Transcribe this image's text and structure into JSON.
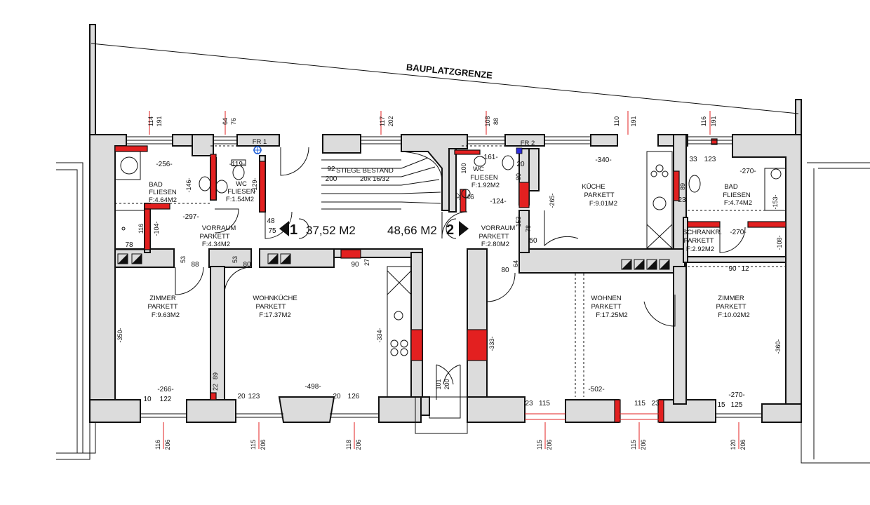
{
  "boundary_label": "BAUPLATZGRENZE",
  "stairs": {
    "label": "STIEGE BESTAND",
    "spec": "20x 16/32",
    "dim_a": "92",
    "dim_b": "200"
  },
  "floor_drains": {
    "fr1": "FR 1",
    "fr2": "FR 2"
  },
  "units": [
    {
      "number": "1",
      "area": "37,52 M2"
    },
    {
      "number": "2",
      "area": "48,66 M2"
    }
  ],
  "rooms": {
    "bad1": {
      "name": "BAD",
      "floor": "FLIESEN",
      "area": "F:4.64M2"
    },
    "wc1": {
      "name": "WC",
      "floor": "FLIESEN",
      "area": "F:1.54M2"
    },
    "vorraum1": {
      "name": "VORRAUM",
      "floor": "PARKETT",
      "area": "F:4.34M2"
    },
    "zimmer1": {
      "name": "ZIMMER",
      "floor": "PARKETT",
      "area": "F:9.63M2"
    },
    "wohnkueche": {
      "name": "WOHNKÜCHE",
      "floor": "PARKETT",
      "area": "F:17.37M2"
    },
    "wc2": {
      "name": "WC",
      "floor": "FLIESEN",
      "area": "F:1.92M2"
    },
    "vorraum2": {
      "name": "VORRAUM",
      "floor": "PARKETT",
      "area": "F:2.80M2"
    },
    "kueche": {
      "name": "KÜCHE",
      "floor": "PARKETT",
      "area": "F:9.01M2"
    },
    "bad2": {
      "name": "BAD",
      "floor": "FLIESEN",
      "area": "F:4.74M2"
    },
    "schrank": {
      "name": "SCHRANKR.",
      "floor": "PARKETT",
      "area": "F:2.92M2"
    },
    "wohnen": {
      "name": "WOHNEN",
      "floor": "PARKETT",
      "area": "F:17.25M2"
    },
    "zimmer2": {
      "name": "ZIMMER",
      "floor": "PARKETT",
      "area": "F:10.02M2"
    }
  },
  "window_dims_top": [
    {
      "a": "114",
      "b": "191"
    },
    {
      "a": "64",
      "b": "76"
    },
    {
      "a": "117",
      "b": "202"
    },
    {
      "a": "108",
      "b": "88"
    },
    {
      "a": "110",
      "b": "191"
    },
    {
      "a": "116",
      "b": "191"
    }
  ],
  "window_dims_bottom": [
    {
      "a": "116",
      "b": "206"
    },
    {
      "a": "115",
      "b": "206"
    },
    {
      "a": "118",
      "b": "206"
    },
    {
      "a": "115",
      "b": "206"
    },
    {
      "a": "115",
      "b": "206"
    },
    {
      "a": "120",
      "b": "206"
    }
  ],
  "entrance_dims": {
    "a": "101",
    "b": "200"
  },
  "dims": {
    "d256": "-256-",
    "d119": "-119-",
    "d146": "-146-",
    "d129": "-129-",
    "d297": "-297-",
    "d116": "116",
    "d104": "-104-",
    "d78a": "78",
    "d48": "48",
    "d75": "75",
    "d53a": "53",
    "d88": "88",
    "d53b": "53",
    "d80a": "80",
    "d90a": "90",
    "d27": "27",
    "d350": "-350-",
    "d334": "-334-",
    "d89a": "89",
    "d22": "22",
    "d266": "-266-",
    "d10": "10",
    "d122": "122",
    "d20a": "20",
    "d123a": "123",
    "d498": "-498-",
    "d20b": "20",
    "d126": "126",
    "d161": "-161-",
    "d100": "100",
    "d20c": "20",
    "d80b": "80",
    "d32": "32",
    "d46": "46",
    "d124": "-124-",
    "d153a": "-153-",
    "d78b": "78",
    "d50": "50",
    "d80c": "80",
    "d64": "64",
    "d340": "-340-",
    "d265": "-265-",
    "d89b": "89",
    "d23a": "23",
    "d33": "33",
    "d123b": "123",
    "d270a": "-270-",
    "d153b": "-153-",
    "d270b": "-270-",
    "d108": "-108-",
    "d90b": "90",
    "d12": "12",
    "d333": "-333-",
    "d502": "-502-",
    "d23b": "23",
    "d115a": "115",
    "d115b": "115",
    "d23c": "23",
    "d360": "-360-",
    "d270c": "-270-",
    "d15": "15",
    "d125": "125"
  }
}
